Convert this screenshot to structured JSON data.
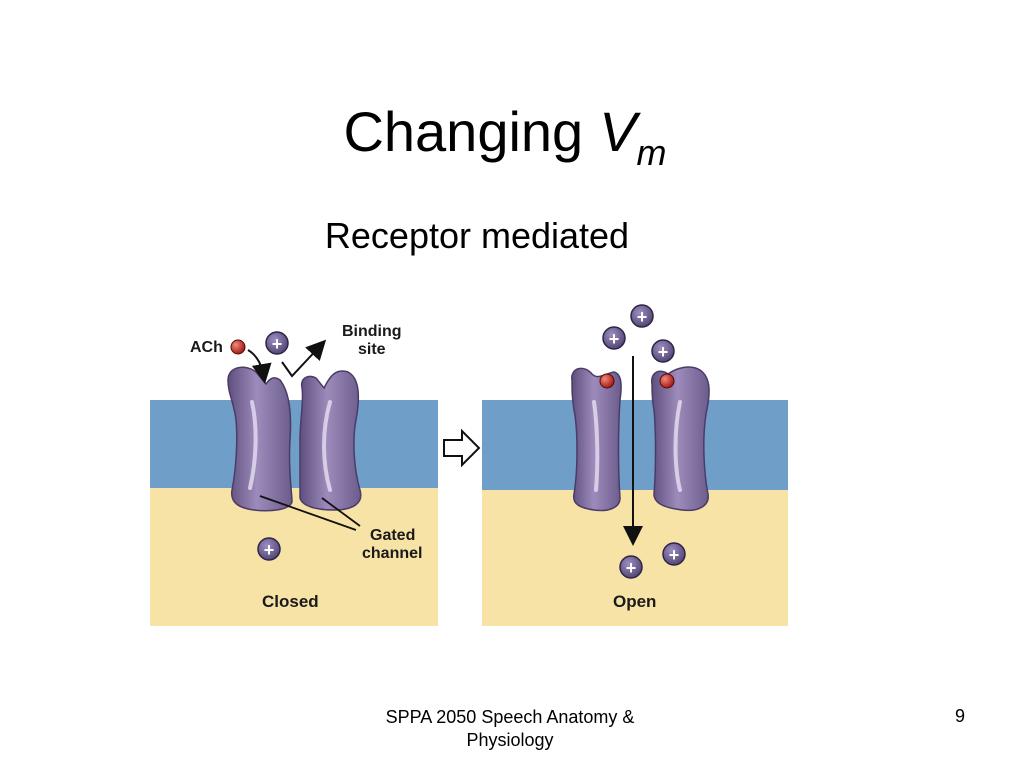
{
  "slide": {
    "title_main": "Changing",
    "title_var": "V",
    "title_sub": "m",
    "subtitle": "Receptor mediated",
    "footer": "SPPA 2050 Speech Anatomy & Physiology",
    "page_number": "9"
  },
  "diagram": {
    "labels": {
      "ach": "ACh",
      "binding_site_1": "Binding",
      "binding_site_2": "site",
      "gated_channel_1": "Gated",
      "gated_channel_2": "channel",
      "closed": "Closed",
      "open": "Open",
      "plus": "+"
    },
    "colors": {
      "extracellular": "#ffffff",
      "membrane": "#6f9ec9",
      "cytoplasm": "#f7e3a5",
      "channel_protein": "#8a78a8",
      "ion": "#6d5d8f",
      "ach_molecule": "#c0251d"
    }
  }
}
